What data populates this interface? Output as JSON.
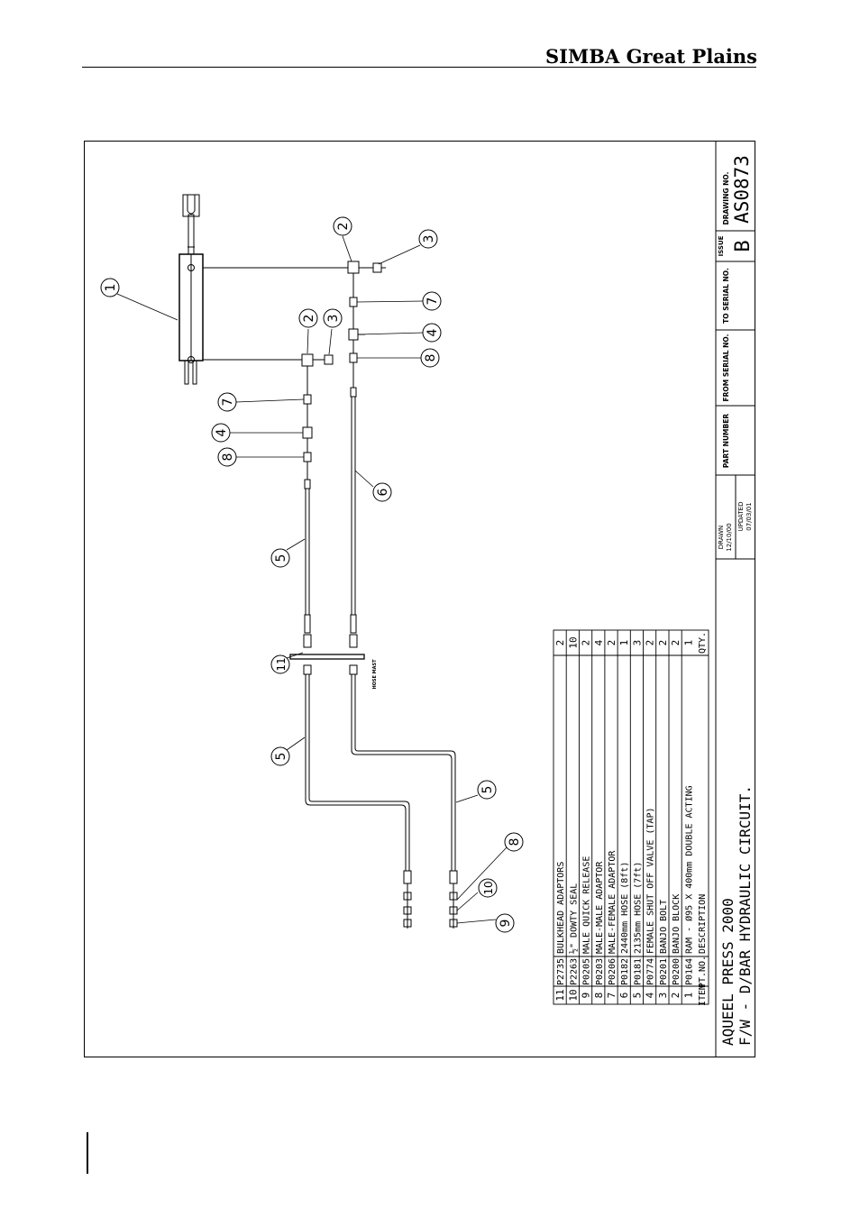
{
  "header": {
    "brand": "SIMBA Great Plains"
  },
  "drawing": {
    "title_line1": "AQUEEL PRESS 2000",
    "title_line2": "F/W - D/BAR HYDRAULIC CIRCUIT.",
    "drawn_label": "DRAWN",
    "drawn_date": "12/10/00",
    "updated_label": "UPDATED",
    "updated_date": "07/03/01",
    "part_number_label": "PART NUMBER",
    "from_serial_label": "FROM SERIAL NO.",
    "to_serial_label": "TO SERIAL NO.",
    "issue_label": "ISSUE",
    "issue_value": "B",
    "drawing_no_label": "DRAWING NO.",
    "drawing_no_value": "AS0873",
    "hose_mast_note": "HOSE MAST"
  },
  "parts_table": {
    "headers": {
      "item": "ITEM",
      "pt_no": "PT.NO.",
      "description": "DESCRIPTION",
      "qty": "QTY."
    },
    "rows": [
      {
        "item": "11",
        "pt_no": "P2735",
        "description": "BULKHEAD ADAPTORS",
        "qty": "2"
      },
      {
        "item": "10",
        "pt_no": "P2263",
        "description": "½\" DOWTY SEAL",
        "qty": "10"
      },
      {
        "item": "9",
        "pt_no": "P0205",
        "description": "MALE QUICK RELEASE",
        "qty": "2"
      },
      {
        "item": "8",
        "pt_no": "P0203",
        "description": "MALE-MALE ADAPTOR",
        "qty": "4"
      },
      {
        "item": "7",
        "pt_no": "P0206",
        "description": "MALE-FEMALE ADAPTOR",
        "qty": "2"
      },
      {
        "item": "6",
        "pt_no": "P0182",
        "description": "2440mm HOSE (8ft)",
        "qty": "1"
      },
      {
        "item": "5",
        "pt_no": "P0181",
        "description": "2135mm HOSE (7ft)",
        "qty": "3"
      },
      {
        "item": "4",
        "pt_no": "P0774",
        "description": "FEMALE SHUT OFF VALVE (TAP)",
        "qty": "2"
      },
      {
        "item": "3",
        "pt_no": "P0201",
        "description": "BANJO BOLT",
        "qty": "2"
      },
      {
        "item": "2",
        "pt_no": "P0200",
        "description": "BANJO BLOCK",
        "qty": "2"
      },
      {
        "item": "1",
        "pt_no": "P0164",
        "description": "RAM - Ø95 X 400mm DOUBLE ACTING",
        "qty": "1"
      }
    ]
  },
  "balloons": {
    "b1": "1",
    "b2a": "2",
    "b2b": "2",
    "b3a": "3",
    "b3b": "3",
    "b4a": "4",
    "b4b": "4",
    "b5a": "5",
    "b5b": "5",
    "b5c": "5",
    "b6": "6",
    "b7a": "7",
    "b7b": "7",
    "b8a": "8",
    "b8b": "8",
    "b8c": "8",
    "b9": "9",
    "b10": "10",
    "b11": "11"
  }
}
